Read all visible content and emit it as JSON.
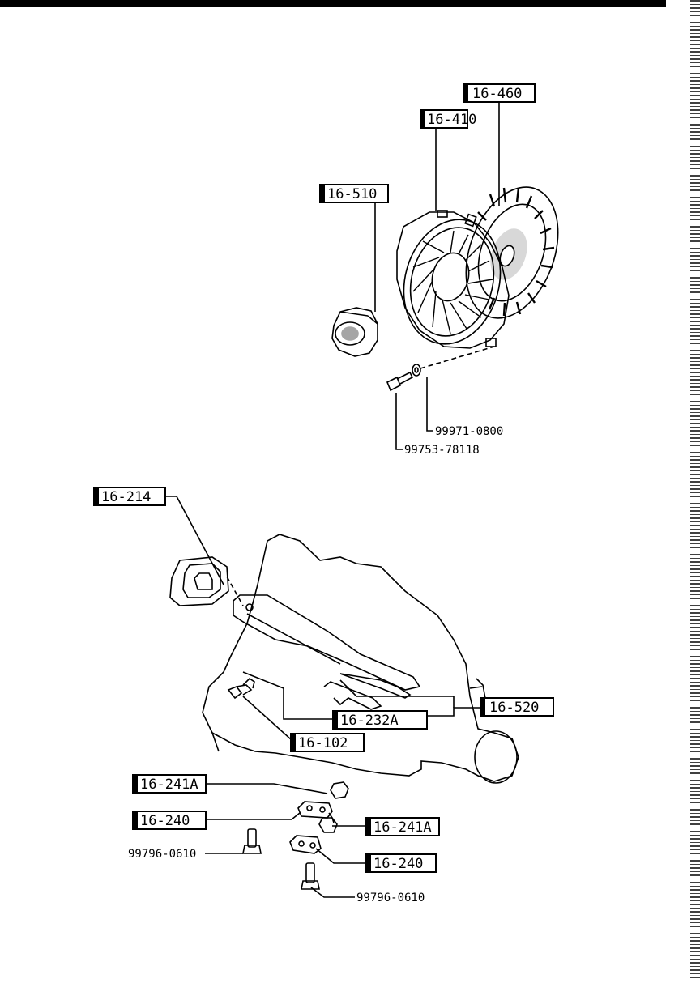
{
  "callouts": {
    "c16_460": "16-460",
    "c16_410": "16-410",
    "c16_510": "16-510",
    "c16_214": "16-214",
    "c16_520": "16-520",
    "c16_232a": "16-232A",
    "c16_102": "16-102",
    "c16_241a_left": "16-241A",
    "c16_240_left": "16-240",
    "c16_241a_right": "16-241A",
    "c16_240_right": "16-240"
  },
  "part_numbers": {
    "washer": "99971-0800",
    "bolt": "99753-78118",
    "bolt_left": "99796-0610",
    "bolt_right": "99796-0610"
  }
}
